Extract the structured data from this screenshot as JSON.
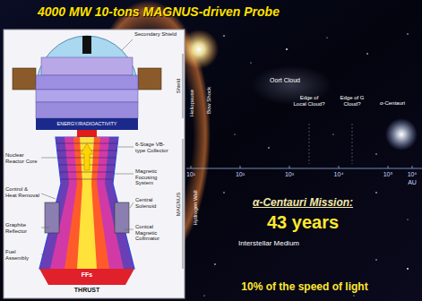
{
  "diagram": {
    "title": "4000 MW 10-tons MAGNUS-driven Probe",
    "labels": [
      "Secondary Shield",
      "Shield",
      "MAGNUS",
      "ENERGY/RADIOACTIVITY",
      "Nuclear Reactor Core",
      "Control & Heat Removal",
      "Graphite Reflector",
      "Fuel Assembly",
      "6-Stage VB-type Collector",
      "Magnetic Focusing System",
      "Central Solenoid",
      "Conical Magnetic Collimator",
      "FFs",
      "THRUST",
      "Heliopause",
      "Bow Shock",
      "Hydrogen Wall",
      "Oort Cloud",
      "Edge of Local Cloud?",
      "Edge of G Cloud?",
      "α-Centauri",
      "10¹",
      "10²",
      "10³",
      "10⁴",
      "10⁵",
      "10⁶",
      "AU",
      "α-Centauri Mission:",
      "43 years",
      "Interstellar Medium",
      "10% of the speed of light"
    ]
  }
}
